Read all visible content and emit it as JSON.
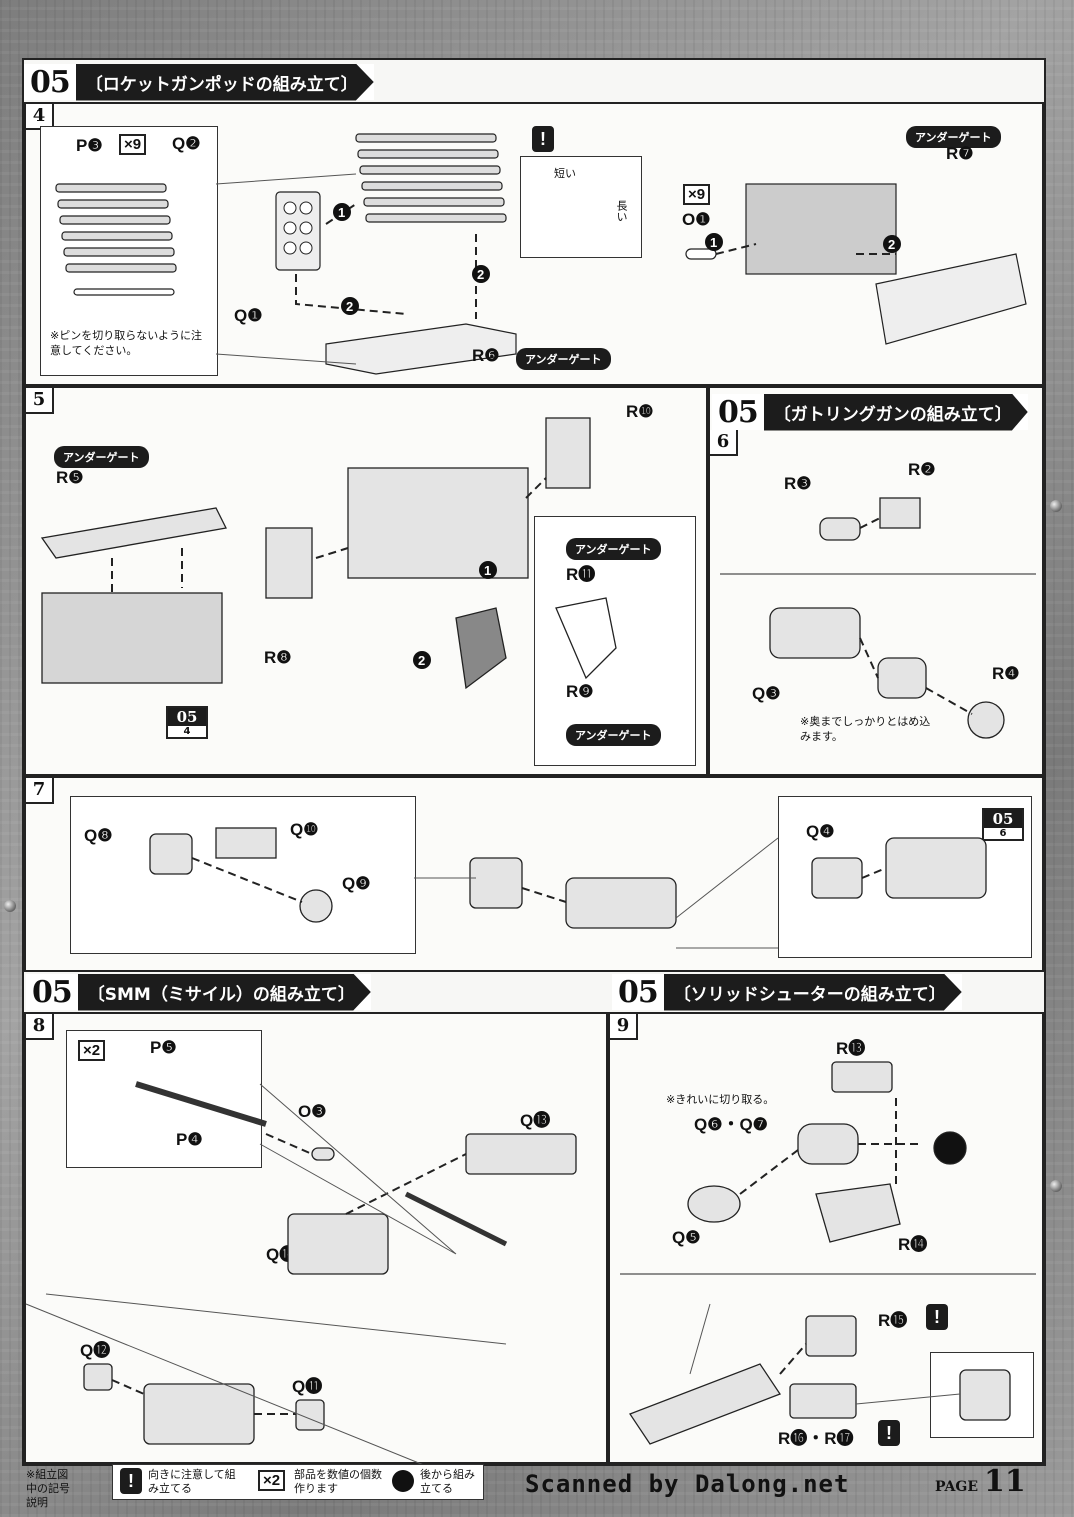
{
  "sections": {
    "rocket": {
      "num": "05",
      "title": "〔ロケットガンポッドの組み立て〕"
    },
    "gatling": {
      "num": "05",
      "title": "〔ガトリングガンの組み立て〕"
    },
    "smm": {
      "num": "05",
      "title": "〔SMM（ミサイル）の組み立て〕"
    },
    "solid": {
      "num": "05",
      "title": "〔ソリッドシューターの組み立て〕"
    }
  },
  "steps": [
    "4",
    "5",
    "6",
    "7",
    "8",
    "9"
  ],
  "labels": {
    "p3": "P❸",
    "x9": "×9",
    "q2": "Q❷",
    "q1": "Q❶",
    "r6": "R❻",
    "r7": "R❼",
    "o1": "O❶",
    "r5": "R❺",
    "r10": "R❿",
    "r8": "R❽",
    "r11": "R⓫",
    "r9": "R❾",
    "r3": "R❸",
    "r2": "R❷",
    "q3": "Q❸",
    "r4": "R❹",
    "q8": "Q❽",
    "q10": "Q❿",
    "q9": "Q❾",
    "q4": "Q❹",
    "p5": "P❺",
    "x2": "×2",
    "p4": "P❹",
    "o3": "O❸",
    "q13": "Q⓭",
    "q14": "Q⓮",
    "q12": "Q⓬",
    "q11": "Q⓫",
    "r13": "R⓭",
    "q67": "Q❻・Q❼",
    "q5": "Q❺",
    "r14": "R⓮",
    "r15": "R⓯",
    "r1617": "R⓰・R⓱"
  },
  "gate_label": "アンダーゲート",
  "notes": {
    "pin": "※ピンを切り取らないように注意してください。",
    "short": "短い",
    "long": "長い",
    "oku": "※奥までしっかりとはめ込みます。",
    "kirei": "※きれいに切り取る。"
  },
  "ref_box": {
    "num": "05",
    "sub4": "4",
    "sub6": "6"
  },
  "footer": {
    "legend_title": "※組立図中の記号説明",
    "item1": "向きに注意して組み立てる",
    "item2": "部品を数値の個数作ります",
    "item2_icon": "×2",
    "item3": "後から組み立てる",
    "warn_icon": "!",
    "scan": "Scanned by Dalong.net",
    "page_word": "PAGE",
    "page_num": "11"
  }
}
